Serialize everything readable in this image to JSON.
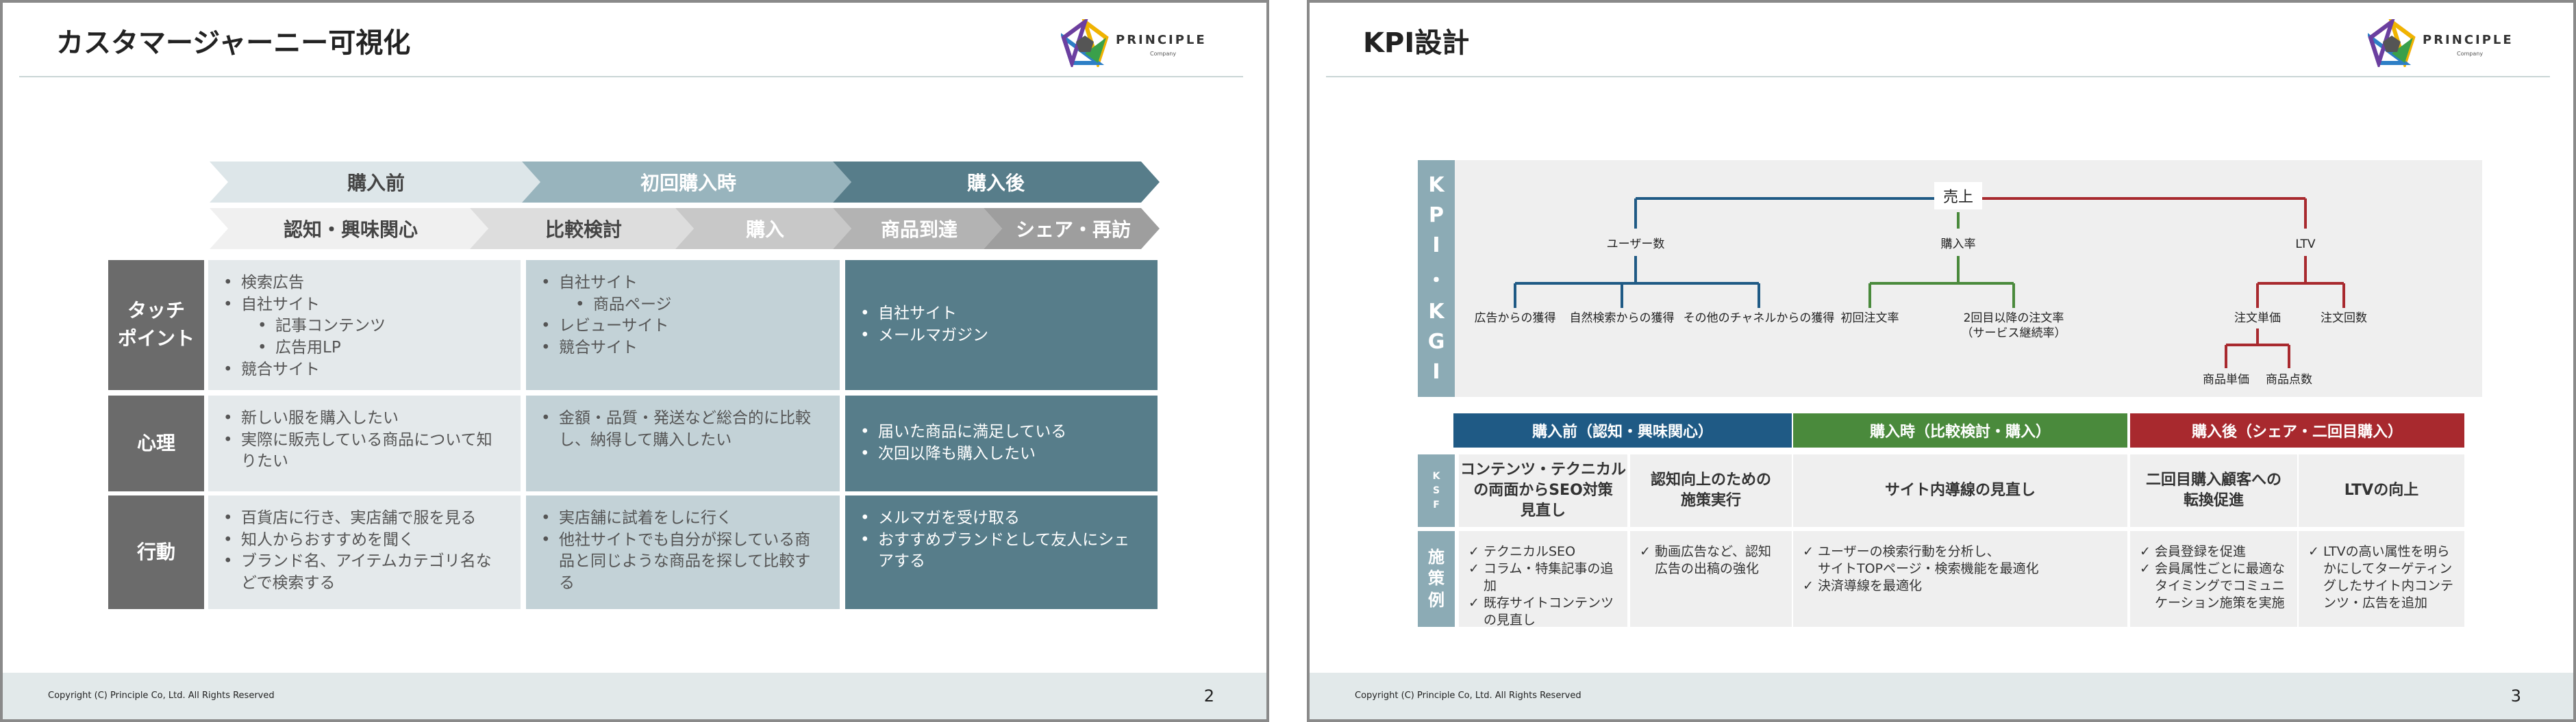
{
  "left": {
    "title": "カスタマージャーニー可視化",
    "logo_name": "PRINCIPLE",
    "logo_sub": "Company",
    "copyright": "Copyright (C) Principle Co, Ltd. All Rights Reserved",
    "page": "2",
    "phases": [
      "購入前",
      "初回購入時",
      "購入後"
    ],
    "stages": [
      "認知・興味関心",
      "比較検討",
      "購入",
      "商品到達",
      "シェア・再訪"
    ],
    "rows": [
      {
        "label": "タッチ\nポイント",
        "col1": [
          [
            "検索広告",
            0
          ],
          [
            "自社サイト",
            0
          ],
          [
            "記事コンテンツ",
            1
          ],
          [
            "広告用LP",
            1
          ],
          [
            "競合サイト",
            0
          ]
        ],
        "col2": [
          [
            "自社サイト",
            0
          ],
          [
            "商品ページ",
            1
          ],
          [
            "レビューサイト",
            0
          ],
          [
            "競合サイト",
            0
          ]
        ],
        "col3": [
          [
            "自社サイト",
            0
          ],
          [
            "メールマガジン",
            0
          ]
        ]
      },
      {
        "label": "心理",
        "col1": [
          [
            "新しい服を購入したい",
            0
          ],
          [
            "実際に販売している商品について知りたい",
            0
          ]
        ],
        "col2": [
          [
            "金額・品質・発送など総合的に比較し、納得して購入したい",
            0
          ]
        ],
        "col3": [
          [
            "届いた商品に満足している",
            0
          ],
          [
            "次回以降も購入したい",
            0
          ]
        ]
      },
      {
        "label": "行動",
        "col1": [
          [
            "百貨店に行き、実店舗で服を見る",
            0
          ],
          [
            "知人からおすすめを聞く",
            0
          ],
          [
            "ブランド名、アイテムカテゴリ名などで検索する",
            0
          ]
        ],
        "col2": [
          [
            "実店舗に試着をしに行く",
            0
          ],
          [
            "他社サイトでも自分が探している商品と同じような商品を探して比較する",
            0
          ]
        ],
        "col3": [
          [
            "メルマガを受け取る",
            0
          ],
          [
            "おすすめブランドとして友人にシェアする",
            0
          ]
        ]
      }
    ]
  },
  "right": {
    "title": "KPI設計",
    "logo_name": "PRINCIPLE",
    "logo_sub": "Company",
    "copyright": "Copyright (C) Principle Co, Ltd. All Rights Reserved",
    "page": "3",
    "kpi_side": [
      "K",
      "P",
      "I",
      "・",
      "K",
      "G",
      "I"
    ],
    "tree": {
      "root": "売上",
      "users": "ユーザー数",
      "users_children": [
        "広告からの獲得",
        "自然検索からの獲得",
        "その他のチャネルからの獲得"
      ],
      "cvr": "購入率",
      "cvr_children": [
        "初回注文率",
        "2回目以降の注文率\n（サービス継続率）"
      ],
      "ltv": "LTV",
      "ltv_children": [
        "注文単価",
        "注文回数"
      ],
      "unit_children": [
        "商品単価",
        "商品点数"
      ]
    },
    "colors": {
      "blue": "#1f5a85",
      "green": "#4a8a3c",
      "red": "#a8292e",
      "side": "#8cabb5"
    },
    "phases": [
      "購入前（認知・興味関心）",
      "購入時（比較検討・購入）",
      "購入後（シェア・二回目購入）"
    ],
    "ksf_label": [
      "K",
      "S",
      "F"
    ],
    "ksf": [
      "コンテンツ・テクニカル\nの両面からSEO対策\n見直し",
      "認知向上のための\n施策実行",
      "サイト内導線の見直し",
      "二回目購入顧客への\n転換促進",
      "LTVの向上"
    ],
    "measure_label": [
      "施",
      "策",
      "例"
    ],
    "measures": [
      [
        "テクニカルSEO",
        "コラム・特集記事の追加",
        "既存サイトコンテンツの見直し"
      ],
      [
        "動画広告など、認知広告の出稿の強化"
      ],
      [
        "ユーザーの検索行動を分析し、\nサイトTOPページ・検索機能を最適化",
        "決済導線を最適化"
      ],
      [
        "会員登録を促進",
        "会員属性ごとに最適なタイミングでコミュニケーション施策を実施"
      ],
      [
        "LTVの高い属性を明らかにしてターゲティングしたサイト内コンテンツ・広告を追加"
      ]
    ]
  }
}
